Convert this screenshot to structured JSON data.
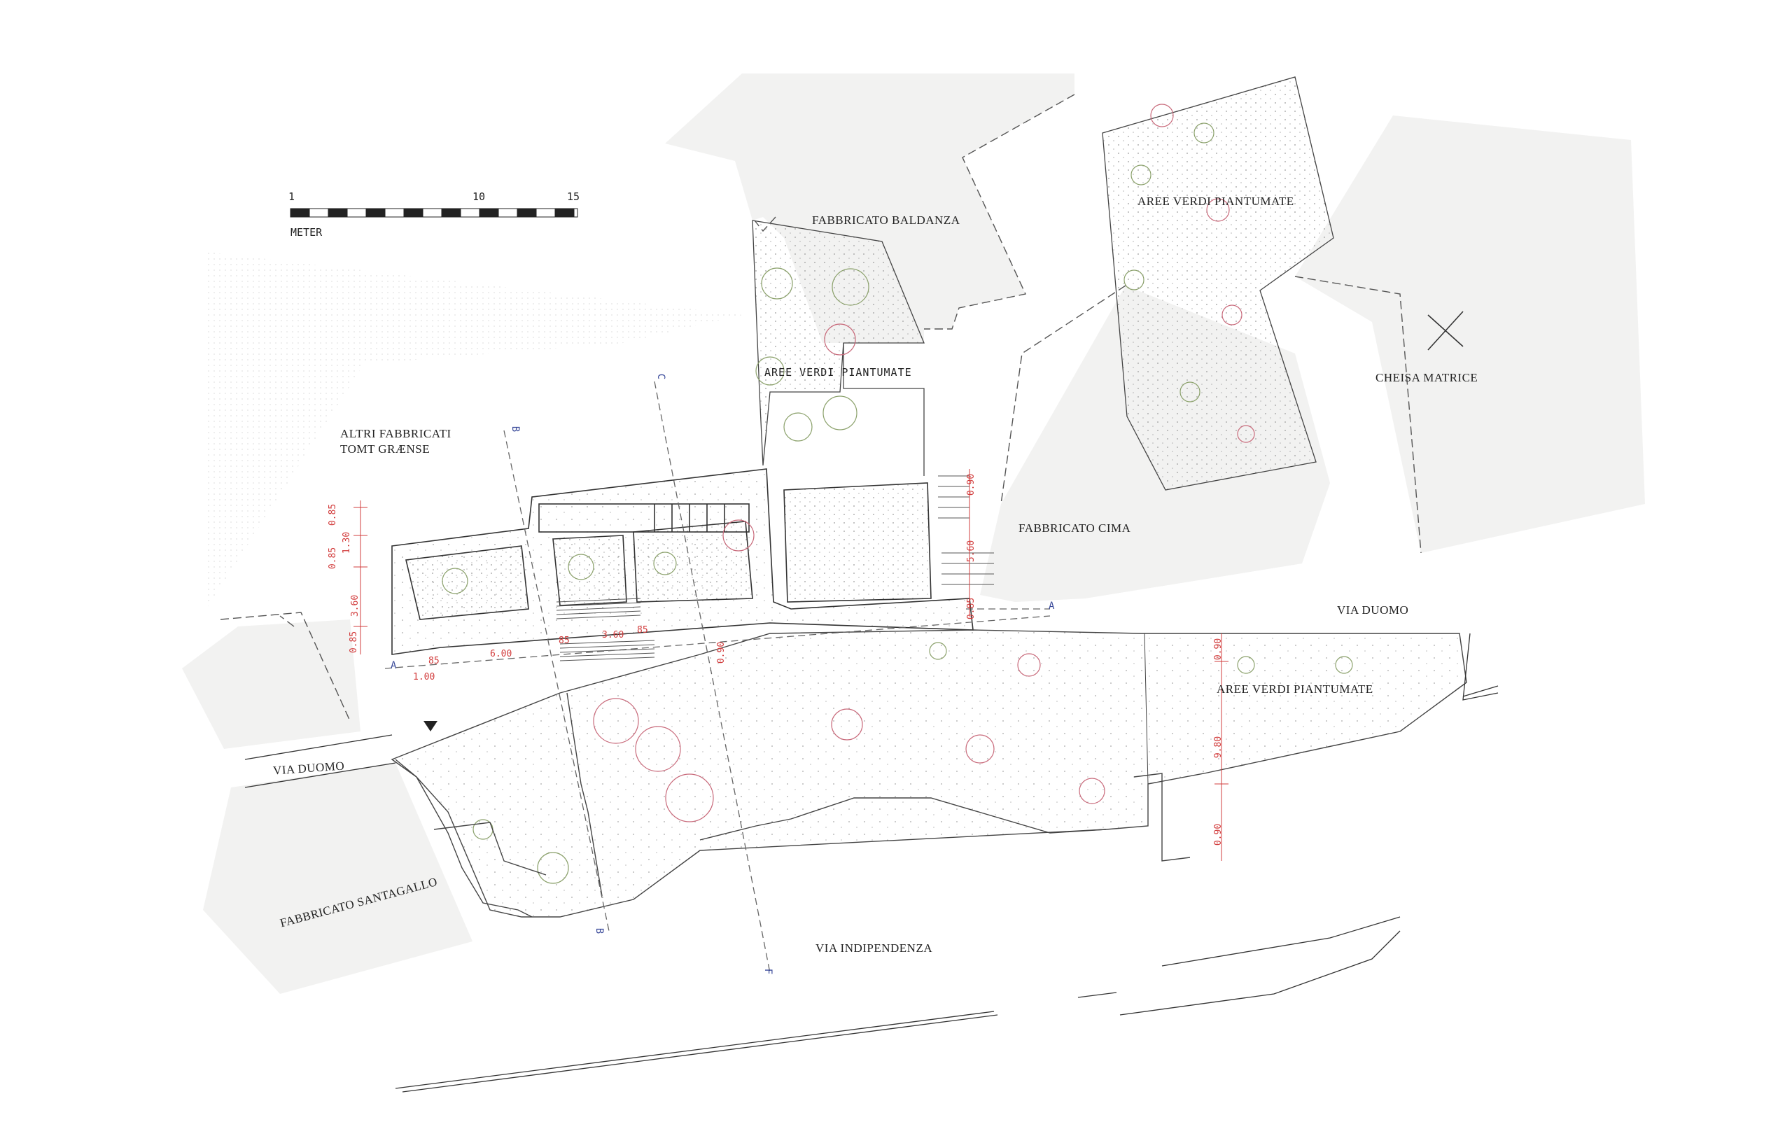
{
  "scale_bar": {
    "ticks": [
      "1",
      "10",
      "15"
    ],
    "unit": "METER"
  },
  "labels": {
    "fabbricato_baldanza": "FABBRICATO BALDANZA",
    "aree_verdi_top": "AREE VERDI PIANTUMATE",
    "aree_verdi_center": "AREE VERDI PIANTUMATE",
    "aree_verdi_right": "AREE VERDI PIANTUMATE",
    "altri_fabbricati_1": "ALTRI FABBRICATI",
    "altri_fabbricati_2": "TOMT GRÆNSE",
    "cheisa_matrice": "CHEISA MATRICE",
    "fabbricato_cima": "FABBRICATO CIMA",
    "via_duomo_right": "VIA DUOMO",
    "via_duomo_left": "VIA DUOMO",
    "fabbricato_santagallo": "FABBRICATO SANTAGALLO",
    "via_indipendenza": "VIA INDIPENDENZA"
  },
  "section_marks": [
    "A",
    "A",
    "B",
    "B",
    "C",
    "F"
  ],
  "dimensions": {
    "d085a": "0.85",
    "d130": "1.30",
    "d085b": "0.85",
    "d360v": "3.60",
    "d085c": "0.85",
    "d085d": "85",
    "d600": "6.00",
    "d100": "1.00",
    "d085e": "85",
    "d360h": "3.60",
    "d085f": "85",
    "d090a": "0.90",
    "d090b": "0.90",
    "d560": "5.60",
    "d085g": "0.85",
    "d090c": "0.90",
    "d980": "9.80",
    "d090d": "0.90"
  },
  "colors": {
    "building_fill": "#f2f2f1",
    "line": "#444444",
    "dimension": "#d23c3c",
    "section_mark": "#3a4a9a",
    "plant_green": "#8aa06a",
    "plant_red": "#c8697a"
  }
}
